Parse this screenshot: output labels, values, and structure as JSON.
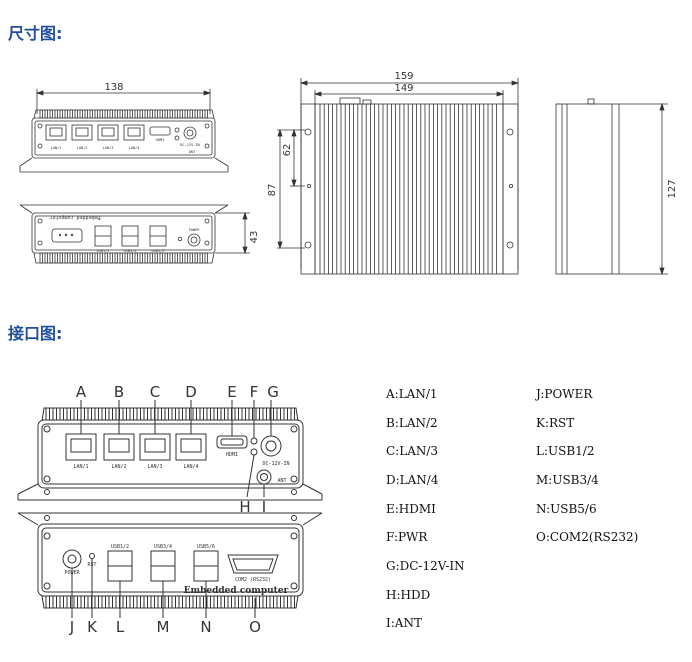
{
  "titles": {
    "dimensions": "尺寸图:",
    "ports": "接口图:"
  },
  "dimensions": {
    "front_width": "138",
    "top_overall": "159",
    "top_inner": "149",
    "mount_62": "62",
    "mount_87": "87",
    "height": "43",
    "side_depth": "127"
  },
  "front_small_labels": {
    "lan1": "LAN/1",
    "lan2": "LAN/2",
    "lan3": "LAN/3",
    "lan4": "LAN/4",
    "hdmi": "HDMI",
    "dc": "DC-12V-IN",
    "ant": "ANT"
  },
  "rear_small_labels": {
    "usb12": "USB1/2",
    "usb34": "USB3/4",
    "usb56": "USB5/6",
    "power": "POWER",
    "rst": "RST",
    "com": "COM2 (RS232)",
    "embedded": "Embedded computer"
  },
  "front_letters": [
    "A",
    "B",
    "C",
    "D",
    "E",
    "F",
    "G"
  ],
  "front_lower_letters": [
    "H",
    "I"
  ],
  "rear_letters": [
    "J",
    "K",
    "L",
    "M",
    "N",
    "O"
  ],
  "legend_left": [
    "A:LAN/1",
    "B:LAN/2",
    "C:LAN/3",
    "D:LAN/4",
    "E:HDMI",
    "F:PWR",
    "G:DC-12V-IN",
    "H:HDD",
    "I:ANT"
  ],
  "legend_right": [
    "J:POWER",
    "K:RST",
    "L:USB1/2",
    "M:USB3/4",
    "N:USB5/6",
    "O:COM2(RS232)"
  ],
  "colors": {
    "title": "#1f4f9c",
    "line": "#333333"
  }
}
